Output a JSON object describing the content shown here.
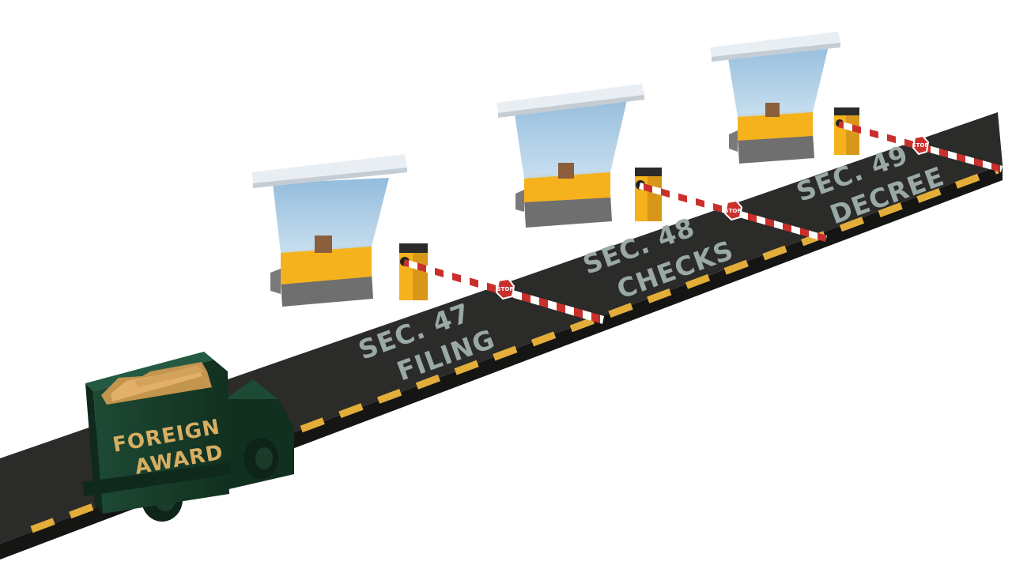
{
  "road": {
    "color": "#2b2b29",
    "edge_color": "#1c1c1b",
    "dash_color": "#e3ad3a"
  },
  "checkpoints": [
    {
      "line1": "SEC. 47",
      "line2": "FILING",
      "sign": "STOP"
    },
    {
      "line1": "SEC. 48",
      "line2": "CHECKS",
      "sign": "STOP"
    },
    {
      "line1": "SEC. 49",
      "line2": "DECREE",
      "sign": "STOP"
    }
  ],
  "truck": {
    "line1": "FOREIGN",
    "line2": "AWARD",
    "body_color": "#173a2a",
    "text_color": "#d7ae62"
  },
  "colors": {
    "booth_yellow": "#f5b21c",
    "booth_gray": "#6f6f6f",
    "glass": "#a9cce6",
    "roof": "#e9eef3",
    "barrier_red": "#c9302c",
    "label_gray": "#9aa9a5"
  },
  "icons": [
    "guard-booth-icon",
    "boom-barrier-icon",
    "stop-sign-icon",
    "truck-icon",
    "folder-icon"
  ]
}
